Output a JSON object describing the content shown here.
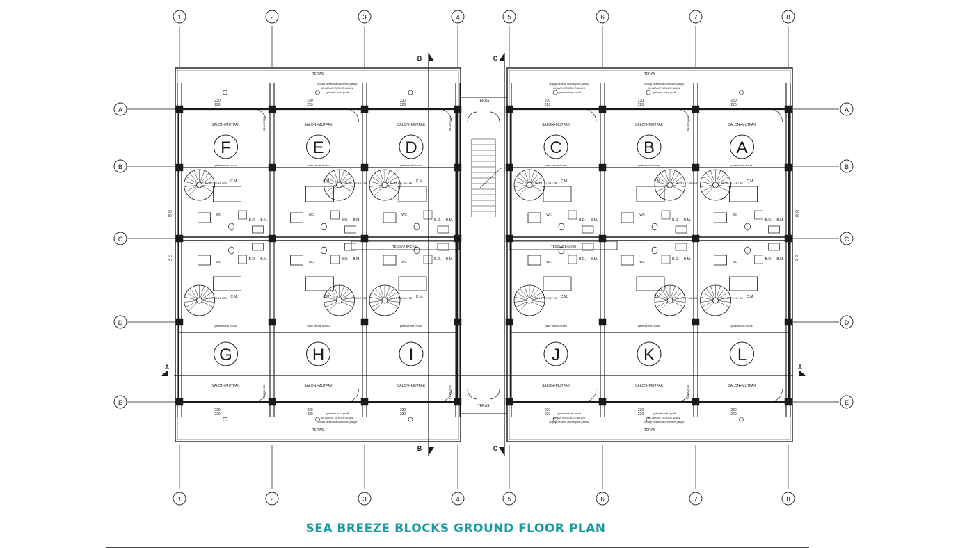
{
  "plan": {
    "title": "SEA BREEZE BLOCKS GROUND FLOOR PLAN",
    "colors": {
      "line": "#1a1a1a",
      "title": "#1a9aa3"
    },
    "grid_columns": [
      "1",
      "2",
      "3",
      "4",
      "5",
      "6",
      "7",
      "8"
    ],
    "grid_rows": [
      "A",
      "B",
      "C",
      "D",
      "E"
    ],
    "section_marks": {
      "a": "A",
      "b": "B",
      "c": "C"
    },
    "unit_letters_top": [
      "F",
      "E",
      "D",
      "C",
      "B",
      "A"
    ],
    "unit_letters_bottom": [
      "G",
      "H",
      "I",
      "J",
      "K",
      "L"
    ],
    "room_labels": {
      "terrace": "TERAS",
      "living_kitchen": "SALON+MUTFAK",
      "wc": "WC",
      "cm": "Ç.M.",
      "bd": "B.D.",
      "bm": "B.M.",
      "shaft": "TESİSAT BACASI",
      "ceiling": "çatte sende fıcıası",
      "stair": "M. 16 / 17.18 / 28"
    },
    "annotations": [
      "ahşap desenli alüminyum panjur",
      "KLİMA VE BOİLER ALANI",
      "galvaniz kutu profil"
    ],
    "window_dims": [
      "230",
      "220"
    ],
    "side_dims": [
      "60",
      "80"
    ],
    "door_tag": "K1 160/220"
  }
}
